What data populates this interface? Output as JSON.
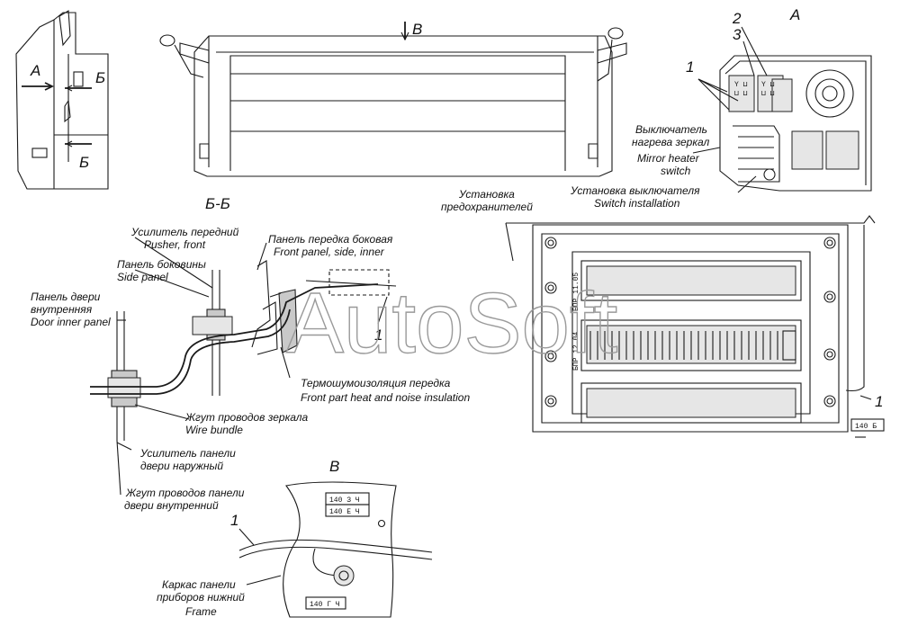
{
  "views": {
    "view_a": "А",
    "view_b": "В",
    "view_bb_section": "Б-Б",
    "arrow_b_top": "В",
    "side_a": "А",
    "side_b1": "Б",
    "side_b2": "Б"
  },
  "callouts": {
    "num1_a": "1",
    "num2": "2",
    "num3": "3",
    "num1_bb": "1",
    "num1_fuse": "1",
    "num1_v": "1"
  },
  "labels": {
    "mirror_switch": [
      "Выключатель",
      "нагрева зеркал",
      "Mirror heater",
      "switch"
    ],
    "switch_install": [
      "Установка выключателя",
      "Switch installation"
    ],
    "fuse_install": [
      "Установка",
      "предохранителей"
    ],
    "pusher_front": [
      "Усилитель передний",
      "Pusher, front"
    ],
    "side_panel": [
      "Панель боковины",
      "Side panel"
    ],
    "front_panel_side": [
      "Панель передка боковая",
      "Front panel, side, inner"
    ],
    "door_inner_panel": [
      "Панель двери",
      "внутренняя",
      "Door inner panel"
    ],
    "insulation": [
      "Термошумоизоляция передка",
      "Front part heat and noise insulation"
    ],
    "wire_bundle": [
      "Жгут проводов зеркала",
      "Wire bundle"
    ],
    "door_outer_pusher": [
      "Усилитель панели",
      "двери наружный"
    ],
    "door_inner_harness": [
      "Жгут проводов панели",
      "двери внутренний"
    ],
    "frame": [
      "Каркас панели",
      "приборов нижний",
      "Frame"
    ]
  },
  "tags": {
    "fuse_tag": "140 Б",
    "v_tag_1": "140 З Ч",
    "v_tag_2": "140 Е Ч",
    "v_tag_3": "140 Г Ч",
    "fuse_block_1": "БПР 11.05",
    "fuse_block_2": "БПР 12.04"
  },
  "watermark": "AutoSoft"
}
